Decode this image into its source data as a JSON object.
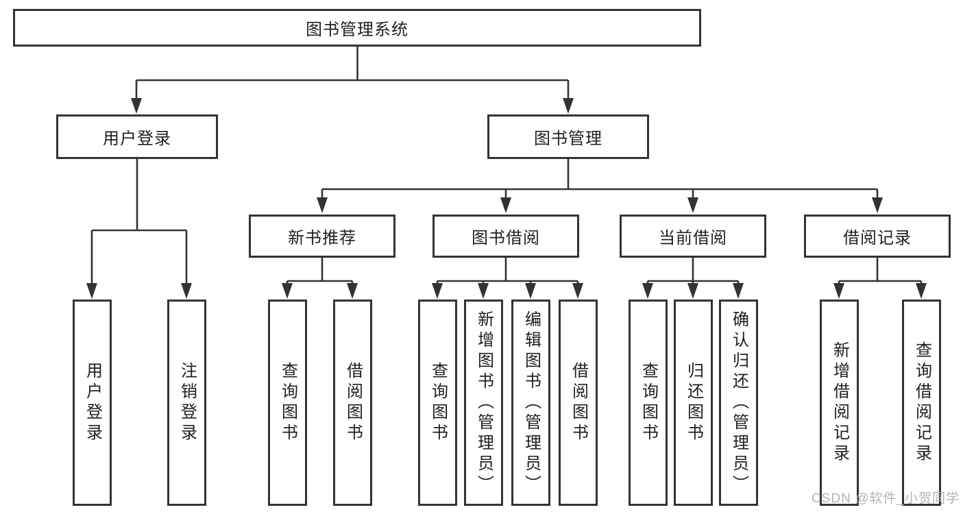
{
  "tree": {
    "label": "图书管理系统",
    "children": [
      {
        "label": "用户登录",
        "children": [
          {
            "label": "用户登录"
          },
          {
            "label": "注销登录"
          }
        ]
      },
      {
        "label": "图书管理",
        "children": [
          {
            "label": "新书推荐",
            "children": [
              {
                "label": "查询图书"
              },
              {
                "label": "借阅图书"
              }
            ]
          },
          {
            "label": "图书借阅",
            "children": [
              {
                "label": "查询图书"
              },
              {
                "label": "新增图书（管理员）"
              },
              {
                "label": "编辑图书（管理员）"
              },
              {
                "label": "借阅图书"
              }
            ]
          },
          {
            "label": "当前借阅",
            "children": [
              {
                "label": "查询图书"
              },
              {
                "label": "归还图书"
              },
              {
                "label": "确认归还（管理员）"
              }
            ]
          },
          {
            "label": "借阅记录",
            "children": [
              {
                "label": "新增借阅记录"
              },
              {
                "label": "查询借阅记录"
              }
            ]
          }
        ]
      }
    ]
  },
  "watermark": "CSDN @软件_小贺同学",
  "colors": {
    "line": "#333333",
    "text": "#1f1f1f",
    "watermark": "#b3b3b3",
    "background": "#ffffff"
  }
}
